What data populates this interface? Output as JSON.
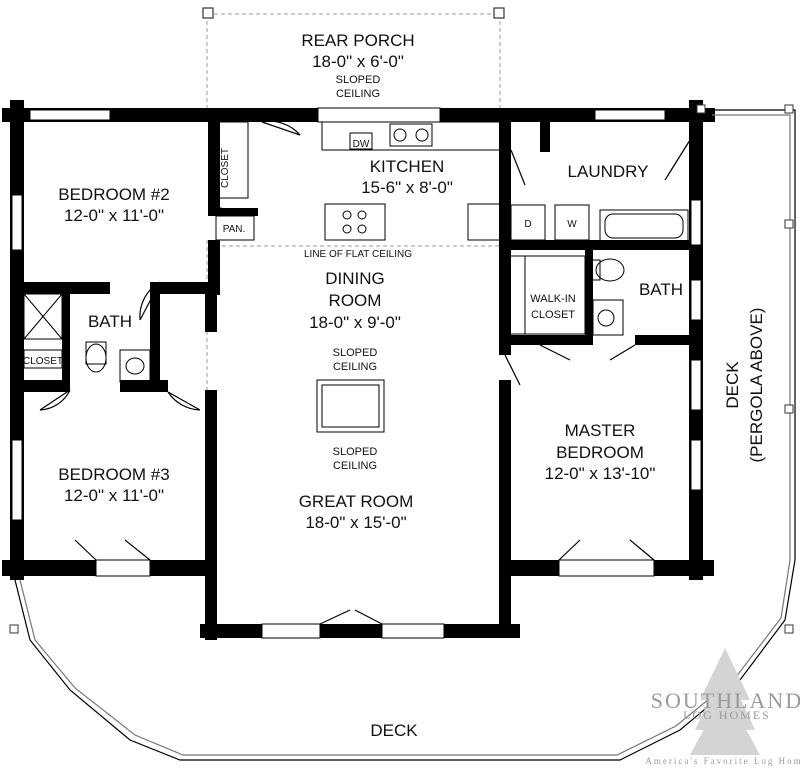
{
  "rooms": {
    "rear_porch": {
      "name": "REAR PORCH",
      "size": "18-0\" x 6'-0\""
    },
    "kitchen": {
      "name": "KITCHEN",
      "size": "15-6\" x 8'-0\""
    },
    "laundry": {
      "name": "LAUNDRY"
    },
    "bedroom2": {
      "name": "BEDROOM #2",
      "size": "12-0\" x 11'-0\""
    },
    "bedroom3": {
      "name": "BEDROOM #3",
      "size": "12-0\" x 11'-0\""
    },
    "bath_left": {
      "name": "BATH"
    },
    "bath_right": {
      "name": "BATH"
    },
    "dining": {
      "name1": "DINING",
      "name2": "ROOM",
      "size": "18-0\" x 9'-0\""
    },
    "great_room": {
      "name": "GREAT ROOM",
      "size": "18-0\" x 15'-0\""
    },
    "master": {
      "name1": "MASTER",
      "name2": "BEDROOM",
      "size": "12-0\" x 13'-10\""
    },
    "deck_bottom": {
      "name": "DECK"
    },
    "deck_right": {
      "name1": "DECK",
      "name2": "(PERGOLA ABOVE)"
    }
  },
  "notes": {
    "sloped_word": "SLOPED",
    "ceiling_word": "CEILING",
    "flat_ceiling": "LINE OF FLAT CEILING",
    "closet": "CLOSET",
    "pantry": "PAN.",
    "walkin_1": "WALK-IN",
    "walkin_2": "CLOSET",
    "dishwasher": "DW",
    "dryer": "D",
    "washer": "W"
  },
  "logo": {
    "line1": "SOUTHLAND",
    "line2": "LOG HOMES",
    "tagline": "America's Favorite Log Home"
  }
}
